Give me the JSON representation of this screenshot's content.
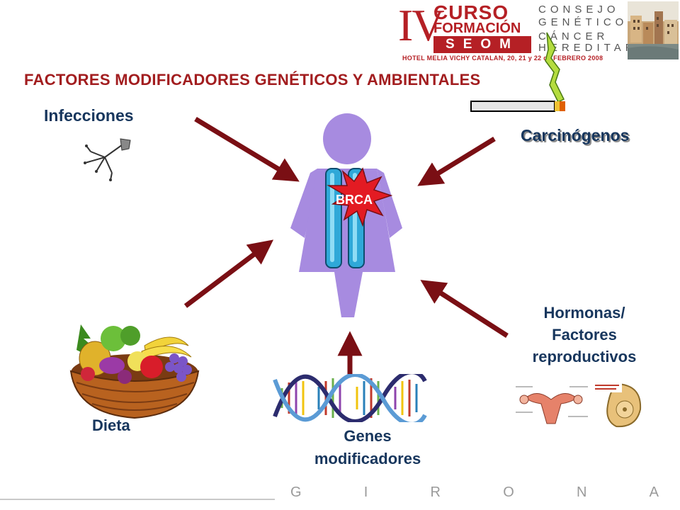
{
  "header": {
    "roman": "IV",
    "curso": "CURSO",
    "formacion": "FORMACIÓN",
    "seom": "SEOM",
    "consejo_lines": [
      "CONSEJO",
      "GENÉTICO",
      "CÁNCER",
      "HEREDITARIO"
    ],
    "venue": "HOTEL MELIA VICHY CATALAN, 20, 21 y 22 de FEBRERO 2008"
  },
  "title": "FACTORES MODIFICADORES GENÉTICOS Y AMBIENTALES",
  "labels": {
    "infecciones": "Infecciones",
    "carcinogenos": "Carcinógenos",
    "hormonas": [
      "Hormonas/",
      "Factores",
      "reproductivos"
    ],
    "dieta": "Dieta",
    "genes": [
      "Genes",
      "modificadores"
    ]
  },
  "center": {
    "gene_label": "BRCA"
  },
  "footer": {
    "city_letters": [
      "G",
      "I",
      "R",
      "O",
      "N",
      "A"
    ]
  },
  "colors": {
    "arrow": "#7a0f14",
    "figure": "#a78be0",
    "title": "#a21d1f",
    "label": "#17365d",
    "chromosome": "#2fa8d8",
    "burst": "#e31b23"
  }
}
